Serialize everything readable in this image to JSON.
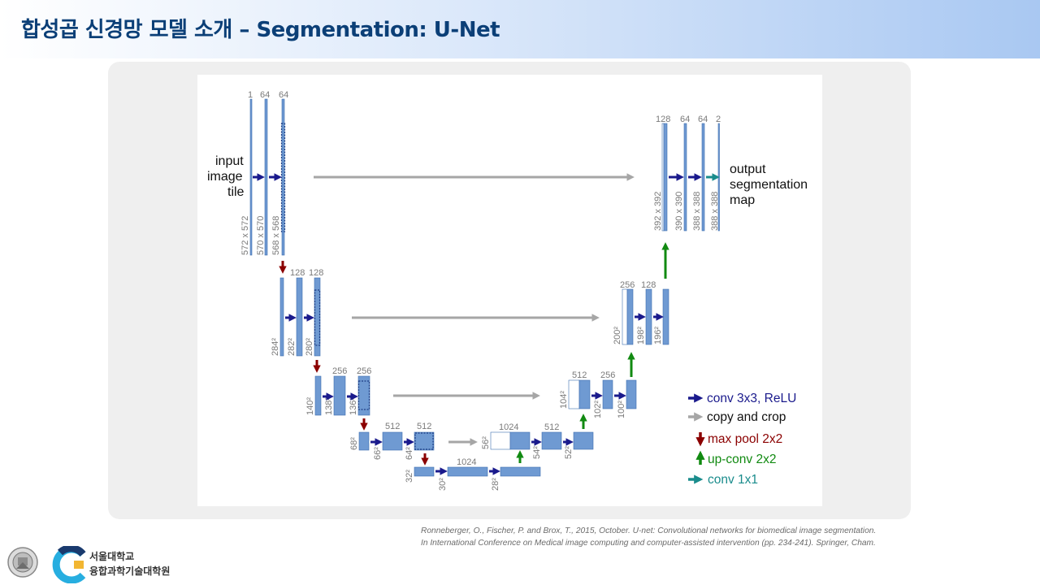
{
  "header": {
    "title": "합성곱 신경망 모델 소개 – Segmentation: U-Net"
  },
  "diagram": {
    "input_label": [
      "input",
      "image",
      "tile"
    ],
    "output_label": [
      "output",
      "segmentation",
      "map"
    ],
    "channels": {
      "l1": [
        "1",
        "64",
        "64"
      ],
      "l2": [
        "128",
        "128"
      ],
      "l3": [
        "256",
        "256"
      ],
      "l4": [
        "512",
        "512"
      ],
      "l5": [
        "1024"
      ],
      "r4": [
        "1024",
        "512"
      ],
      "r3": [
        "512",
        "256"
      ],
      "r2": [
        "256",
        "128"
      ],
      "r1": [
        "128",
        "64",
        "64",
        "2"
      ]
    },
    "sizes": {
      "l1": [
        "572 x 572",
        "570 x 570",
        "568 x 568"
      ],
      "l2": [
        "284²",
        "282²",
        "280²"
      ],
      "l3": [
        "140²",
        "138²",
        "136²"
      ],
      "l4": [
        "68²",
        "66²",
        "64²"
      ],
      "l5": [
        "32²",
        "30²",
        "28²"
      ],
      "r4": [
        "56²",
        "54²",
        "52²"
      ],
      "r3": [
        "104²",
        "102²",
        "100²"
      ],
      "r2": [
        "200²",
        "198²",
        "196²"
      ],
      "r1": [
        "392 x 392",
        "390 x 390",
        "388 x 388",
        "388 x 388"
      ]
    },
    "legend": [
      {
        "label": "conv 3x3, ReLU",
        "color": "#1a1a8c",
        "icon": "arrow-right-icon"
      },
      {
        "label": "copy and crop",
        "color": "#a6a6a6",
        "icon": "arrow-right-icon"
      },
      {
        "label": "max pool 2x2",
        "color": "#8b0000",
        "icon": "arrow-down-icon"
      },
      {
        "label": "up-conv 2x2",
        "color": "#118a11",
        "icon": "arrow-up-icon"
      },
      {
        "label": "conv 1x1",
        "color": "#1a8c8c",
        "icon": "arrow-right-icon"
      }
    ],
    "colors": {
      "feature_map": "#6f9ad2",
      "feature_border": "#3f6fb0",
      "legend_text_conv": "#1a1a8c",
      "legend_text_pool": "#8b0000",
      "legend_text_up": "#118a11",
      "legend_text_1x1": "#1a8c8c"
    }
  },
  "citation": [
    "Ronneberger, O., Fischer, P. and Brox, T., 2015, October. U-net: Convolutional networks for biomedical image segmentation.",
    "In International Conference on Medical image computing and computer-assisted intervention (pp. 234-241). Springer, Cham."
  ],
  "footer": {
    "school_line1": "서울대학교",
    "school_line2": "융합과학기술대학원"
  }
}
